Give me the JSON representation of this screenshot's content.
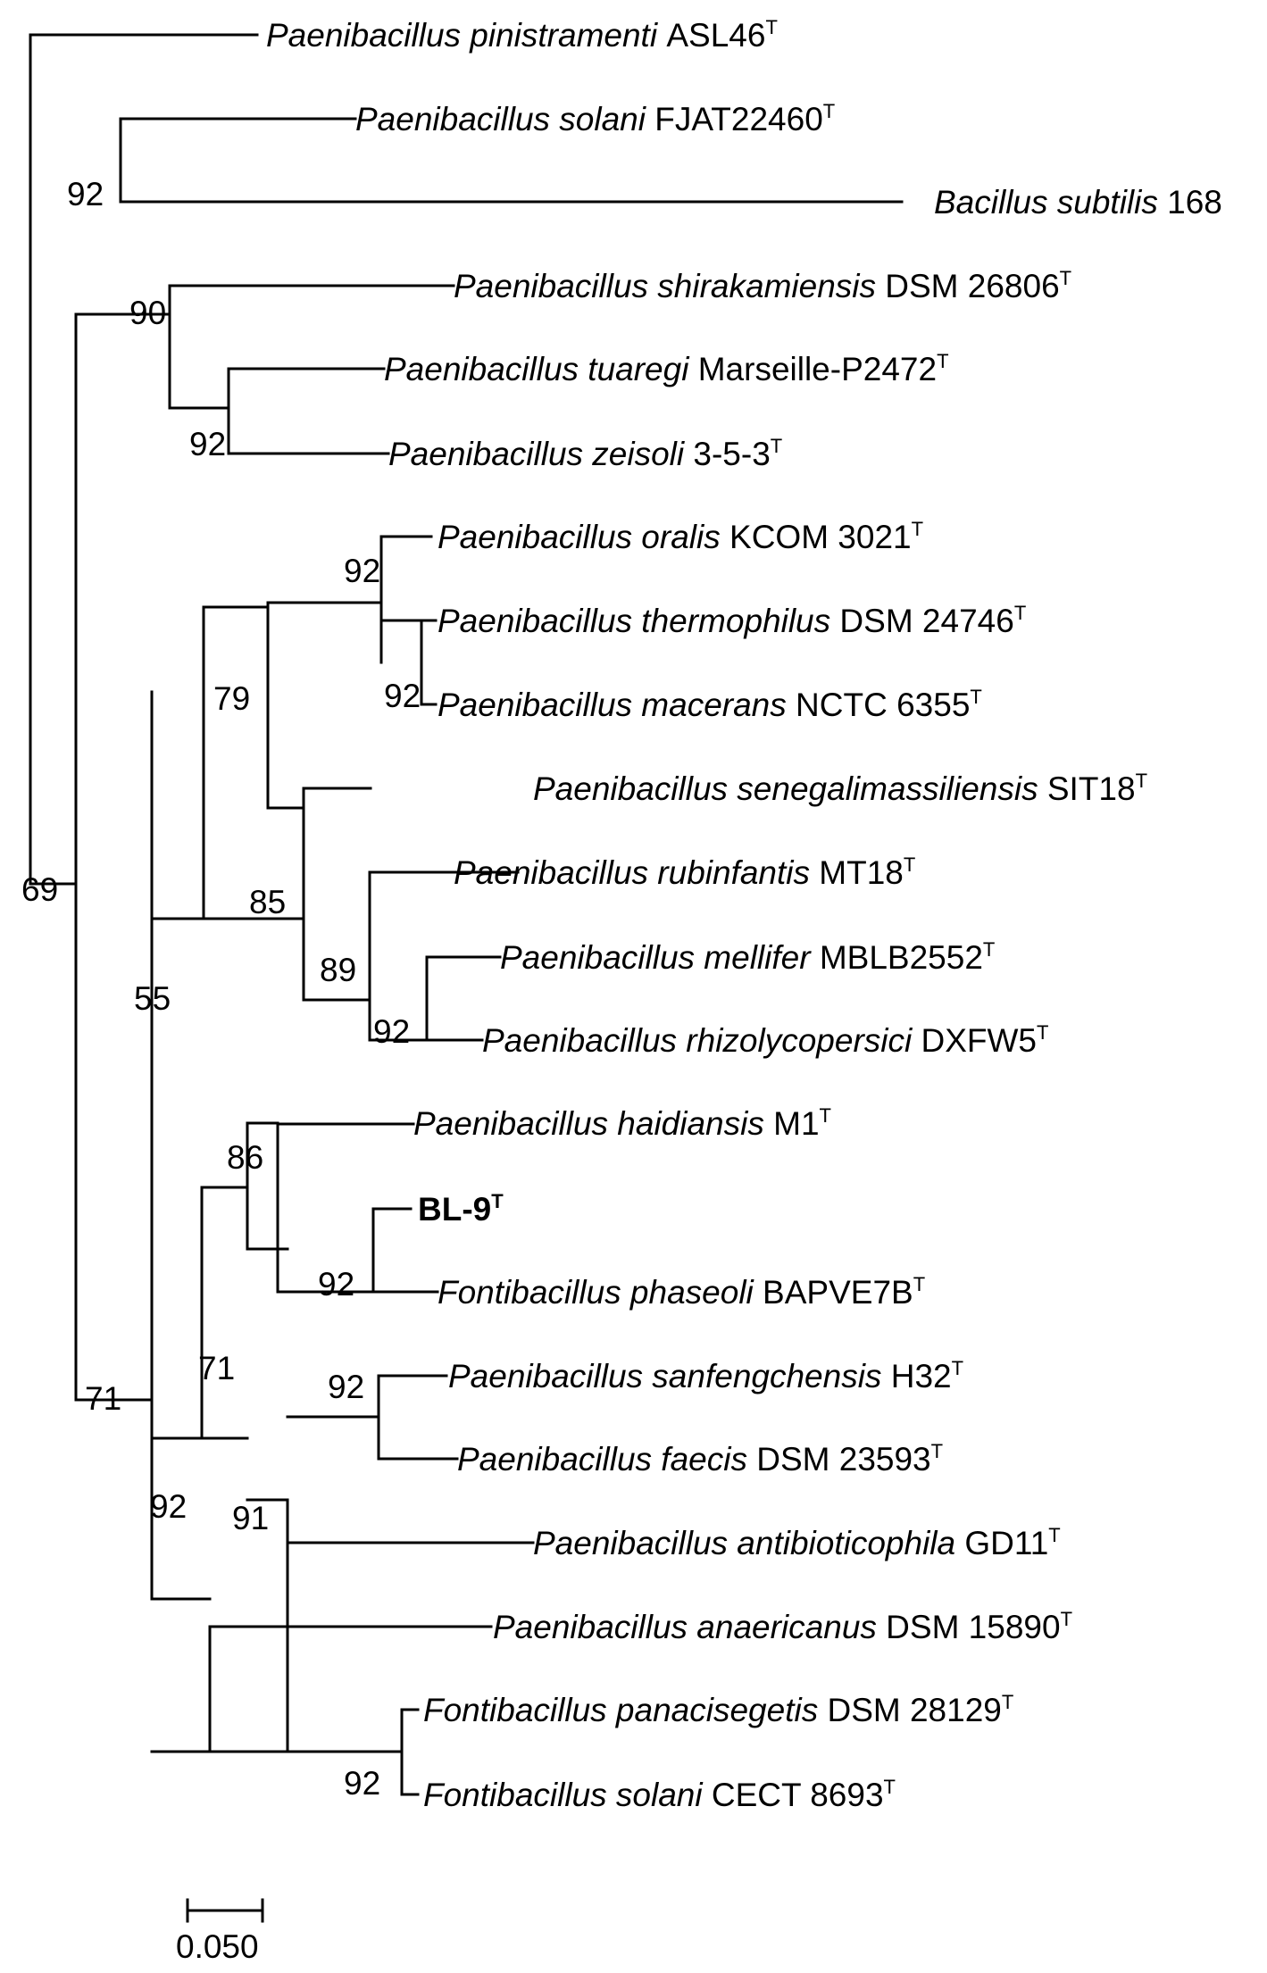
{
  "taxa": [
    {
      "id": "t1",
      "genus": "Paenibacillus pinistramenti",
      "strain": "ASL46",
      "type": true
    },
    {
      "id": "t2",
      "genus": "Paenibacillus solani",
      "strain": "FJAT22460",
      "type": true
    },
    {
      "id": "t3",
      "genus": "Bacillus subtilis",
      "strain": "168",
      "type": false
    },
    {
      "id": "t4",
      "genus": "Paenibacillus shirakamiensis",
      "strain": "DSM 26806",
      "type": true
    },
    {
      "id": "t5",
      "genus": "Paenibacillus tuaregi",
      "strain": "Marseille-P2472",
      "type": true
    },
    {
      "id": "t6",
      "genus": "Paenibacillus zeisoli",
      "strain": "3-5-3",
      "type": true
    },
    {
      "id": "t7",
      "genus": "Paenibacillus oralis",
      "strain": "KCOM 3021",
      "type": true
    },
    {
      "id": "t8",
      "genus": "Paenibacillus thermophilus",
      "strain": "DSM 24746",
      "type": true
    },
    {
      "id": "t9",
      "genus": "Paenibacillus macerans",
      "strain": "NCTC 6355",
      "type": true
    },
    {
      "id": "t10",
      "genus": "Paenibacillus senegalimassiliensis",
      "strain": "SIT18",
      "type": true
    },
    {
      "id": "t11",
      "genus": "Paenibacillus rubinfantis",
      "strain": "MT18",
      "type": true
    },
    {
      "id": "t12",
      "genus": "Paenibacillus mellifer",
      "strain": "MBLB2552",
      "type": true
    },
    {
      "id": "t13",
      "genus": "Paenibacillus rhizolycopersici",
      "strain": "DXFW5",
      "type": true
    },
    {
      "id": "t14",
      "genus": "Paenibacillus haidiansis",
      "strain": "M1",
      "type": true
    },
    {
      "id": "t15",
      "genus": "",
      "strain": "BL-9",
      "type": true,
      "bold": true
    },
    {
      "id": "t16",
      "genus": "Fontibacillus phaseoli",
      "strain": "BAPVE7B",
      "type": true
    },
    {
      "id": "t17",
      "genus": "Paenibacillus sanfengchensis",
      "strain": "H32",
      "type": true
    },
    {
      "id": "t18",
      "genus": "Paenibacillus faecis",
      "strain": "DSM 23593",
      "type": true
    },
    {
      "id": "t19",
      "genus": "Paenibacillus antibioticophila",
      "strain": "GD11",
      "type": true
    },
    {
      "id": "t20",
      "genus": "Paenibacillus anaericanus",
      "strain": "DSM 15890",
      "type": true
    },
    {
      "id": "t21",
      "genus": "Fontibacillus panacisegetis",
      "strain": "DSM 28129",
      "type": true
    },
    {
      "id": "t22",
      "genus": "Fontibacillus solani",
      "strain": "CECT 8693",
      "type": true
    }
  ],
  "type_marker": "T",
  "bootstrap": [
    "92",
    "90",
    "92",
    "69",
    "92",
    "92",
    "79",
    "85",
    "89",
    "92",
    "55",
    "86",
    "92",
    "71",
    "92",
    "91",
    "71",
    "92",
    "92"
  ],
  "scale_bar": {
    "label": "0.050"
  }
}
